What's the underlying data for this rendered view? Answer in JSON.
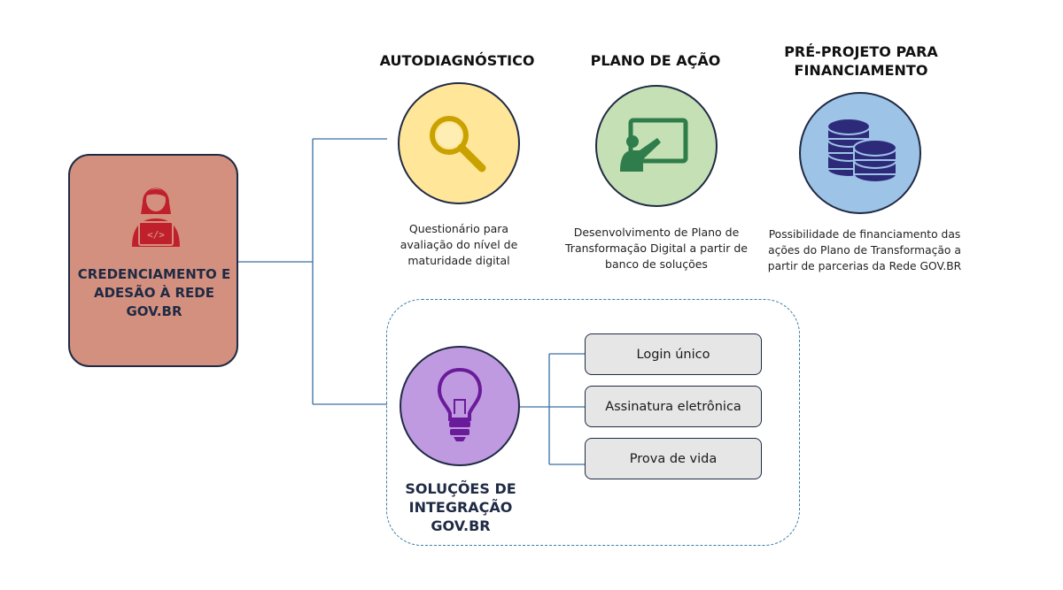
{
  "main": {
    "label_lines": [
      "CREDENCIAMENTO E",
      "ADESÃO À REDE",
      "GOV.BR"
    ],
    "icon": "developer-laptop-icon",
    "color": "#d4907f"
  },
  "steps": [
    {
      "id": "autodiagnostico",
      "title_lines": [
        "AUTODIAGNÓSTICO"
      ],
      "icon": "magnifier-icon",
      "color": "#ffe699",
      "desc_lines": [
        "Questionário para",
        "avaliação do nível de",
        "maturidade digital"
      ]
    },
    {
      "id": "plano-de-acao",
      "title_lines": [
        "PLANO DE AÇÃO"
      ],
      "icon": "presentation-board-icon",
      "color": "#c5e0b4",
      "desc_lines": [
        "Desenvolvimento de Plano de",
        "Transformação Digital a partir de",
        "banco de soluções"
      ]
    },
    {
      "id": "pre-projeto",
      "title_lines": [
        "PRÉ-PROJETO PARA",
        "FINANCIAMENTO"
      ],
      "icon": "coin-stacks-icon",
      "color": "#9dc3e6",
      "desc_lines": [
        "Possibilidade de financiamento das",
        "ações do Plano de Transformação a",
        "partir de parcerias da Rede GOV.BR"
      ]
    }
  ],
  "integration": {
    "title_lines": [
      "SOLUÇÕES DE",
      "INTEGRAÇÃO",
      "GOV.BR"
    ],
    "icon": "lightbulb-icon",
    "color": "#c09ae0",
    "solutions": [
      "Login único",
      "Assinatura eletrônica",
      "Prova de vida"
    ]
  },
  "colors": {
    "outline": "#1f2a44",
    "connector": "#3a6fa0",
    "dashed": "#3a7ca5",
    "pill_bg": "#e6e6e6"
  }
}
